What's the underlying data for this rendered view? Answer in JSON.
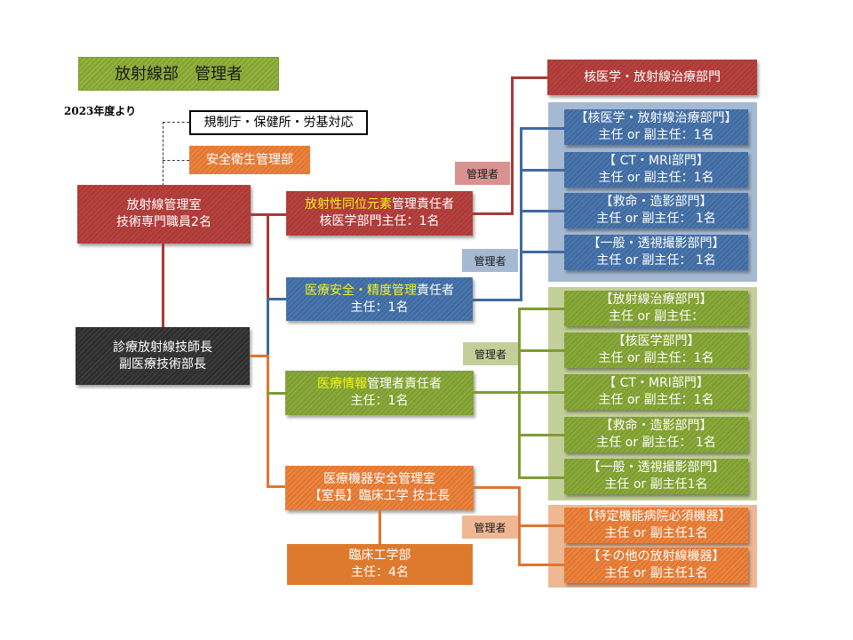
{
  "title": "放射線部　管理者",
  "year_note": "2023年度より",
  "external": {
    "regulatory": "規制庁・保健所・労基対応",
    "safety_dept": "安全衛生管理部"
  },
  "management_office": {
    "line1": "放射線管理室",
    "line2": "技術専門職員2名"
  },
  "chief": {
    "line1": "診療放射線技師長",
    "line2": "副医療技術部長"
  },
  "colors": {
    "red": "#b8423f",
    "blue": "#4b77ad",
    "green": "#8aaa3a",
    "orange": "#ec8540",
    "dark": "#333333",
    "highlight": "#f5f21a"
  },
  "responsible": [
    {
      "highlight": "放射性同位元素",
      "rest": "管理責任者",
      "line2": "核医学部門主任：1名"
    },
    {
      "highlight": "医療安全・精度管理",
      "rest": "責任者",
      "line2": "主任：1名"
    },
    {
      "highlight": "医療情報",
      "rest": "管理者責任者",
      "line2": "主任：1名"
    },
    {
      "highlight": "",
      "rest": "医療機器安全管理室",
      "line2": "【室長】臨床工学 技士長"
    }
  ],
  "clinical_engineering": {
    "line1": "臨床工学部",
    "line2": "主任：4名"
  },
  "manager_tag": "管理者",
  "nuclear_dept": "核医学・放射線治療部門",
  "blue_group": [
    {
      "dept": "【核医学・放射線治療部門】",
      "staff": "主任 or 副主任：1名"
    },
    {
      "dept": "【 CT・MRI部門】",
      "staff": "主任 or 副主任：1名"
    },
    {
      "dept": "【救命・造影部門】",
      "staff": "主任 or 副主任： 1名"
    },
    {
      "dept": "【一般・透視撮影部門】",
      "staff": "主任 or 副主任： 1名"
    }
  ],
  "green_group": [
    {
      "dept": "【放射線治療部門】",
      "staff": "主任 or 副主任："
    },
    {
      "dept": "【核医学部門】",
      "staff": "主任 or 副主任：1名"
    },
    {
      "dept": "【 CT・MRI部門】",
      "staff": "主任 or 副主任：1名"
    },
    {
      "dept": "【救命・造影部門】",
      "staff": "主任 or 副主任： 1名"
    },
    {
      "dept": "【一般・透視撮影部門】",
      "staff": "主任 or 副主任1名"
    }
  ],
  "orange_group": [
    {
      "dept": "【特定機能病院必須機器】",
      "staff": "主任 or 副主任1名"
    },
    {
      "dept": "【その他の放射線機器】",
      "staff": "主任 or 副主任1名"
    }
  ]
}
